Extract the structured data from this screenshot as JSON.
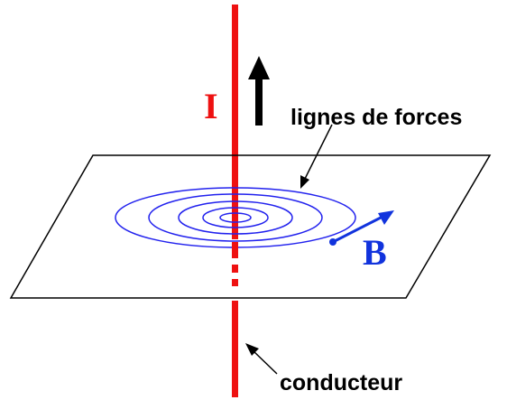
{
  "diagram": {
    "labels": {
      "current": "I",
      "field": "B",
      "field_lines": "lignes de forces",
      "conductor": "conducteur"
    },
    "colors": {
      "conductor": "#ee1111",
      "field_lines": "#2222ee",
      "field_vector": "#1133dd",
      "current_arrow": "#000000",
      "plane": "#000000",
      "text": "#000000"
    }
  }
}
